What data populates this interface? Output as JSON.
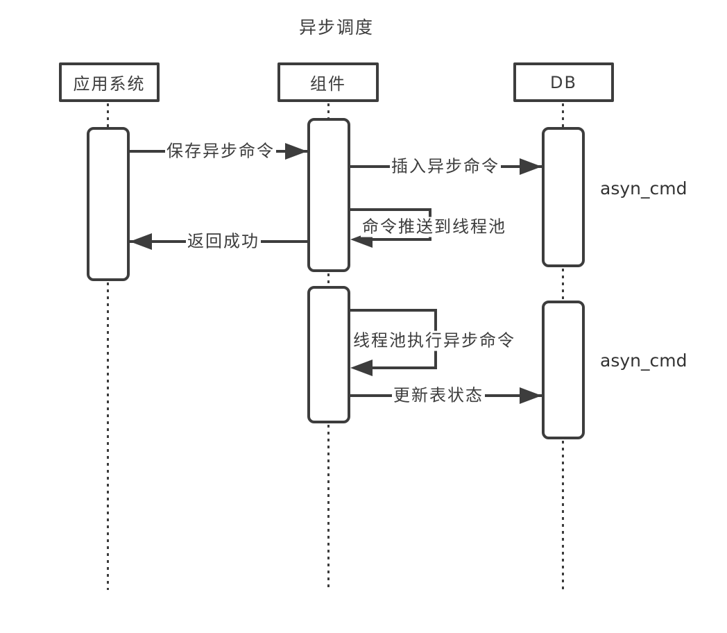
{
  "title": "异步调度",
  "actors": [
    {
      "id": "app-system",
      "label": "应用系统"
    },
    {
      "id": "component",
      "label": "组件"
    },
    {
      "id": "db",
      "label": "DB"
    }
  ],
  "messages": {
    "m1": {
      "label": "保存异步命令",
      "from": "应用系统",
      "to": "组件",
      "direction": "right"
    },
    "m2": {
      "label": "插入异步命令",
      "from": "组件",
      "to": "DB",
      "direction": "right"
    },
    "m3": {
      "label": "命令推送到线程池",
      "from": "组件",
      "to": "组件",
      "direction": "self"
    },
    "m4": {
      "label": "返回成功",
      "from": "组件",
      "to": "应用系统",
      "direction": "left"
    },
    "m5": {
      "label": "线程池执行异步命令",
      "from": "组件",
      "to": "组件",
      "direction": "self"
    },
    "m6": {
      "label": "更新表状态",
      "from": "组件",
      "to": "DB",
      "direction": "right"
    }
  },
  "annotations": {
    "db_table_1": "asyn_cmd",
    "db_table_2": "asyn_cmd"
  },
  "colors": {
    "stroke": "#3d3d3d",
    "text": "#333333",
    "background": "#ffffff"
  }
}
